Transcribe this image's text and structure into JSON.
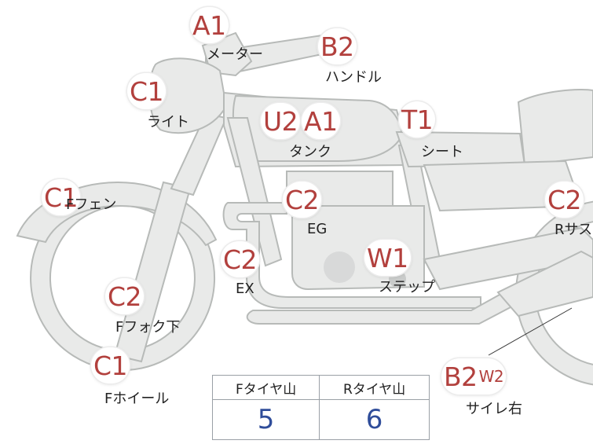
{
  "badges": {
    "meter": "A1",
    "handle": "B2",
    "light": "C1",
    "tank_left": "U2",
    "tank_right": "A1",
    "seat": "T1",
    "front_fender": "C1",
    "engine": "C2",
    "rear_susp": "C2",
    "exhaust": "C2",
    "step": "W1",
    "front_fork": "C2",
    "front_wheel": "C1",
    "side_left": "B2",
    "side_right": "W2"
  },
  "labels": {
    "meter": "メーター",
    "handle": "ハンドル",
    "light": "ライト",
    "tank": "タンク",
    "seat": "シート",
    "front_fender": "Fフェン",
    "engine": "EG",
    "rear_susp": "Rサス",
    "exhaust": "EX",
    "step": "ステップ",
    "front_fork": "Fフォク下",
    "front_wheel": "Fホイール",
    "side": "サイレ右"
  },
  "tire_table": {
    "headers": [
      "Fタイヤ山",
      "Rタイヤ山"
    ],
    "values": [
      "5",
      "6"
    ]
  },
  "colors": {
    "bike_fill": "#e9eae9",
    "bike_stroke": "#b7bab8",
    "badge_text": "#b2403d",
    "value_text": "#2f4d9a"
  }
}
